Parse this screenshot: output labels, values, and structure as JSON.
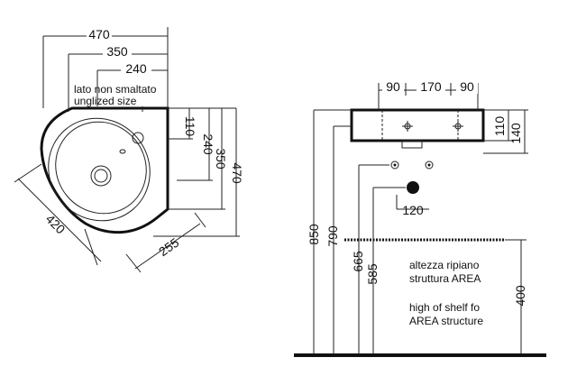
{
  "plan_view": {
    "dims": {
      "d470_top": "470",
      "d350_top": "350",
      "d240_top": "240",
      "d110_side": "110",
      "d240_side": "240",
      "d350_side": "350",
      "d470_side": "470",
      "d420_diag": "420",
      "d255_diag": "255"
    },
    "note_it": "lato non smaltato",
    "note_en": "unglized size"
  },
  "elevation_view": {
    "dims": {
      "d90_left": "90",
      "d170": "170",
      "d90_right": "90",
      "d110": "110",
      "d140": "140",
      "d850": "850",
      "d790": "790",
      "d665": "665",
      "d585": "585",
      "d120": "120",
      "d400": "400"
    },
    "shelf_note_it_1": "altezza ripiano",
    "shelf_note_it_2": "struttura AREA",
    "shelf_note_en_1": "high of shelf fo",
    "shelf_note_en_2": "AREA structure"
  }
}
